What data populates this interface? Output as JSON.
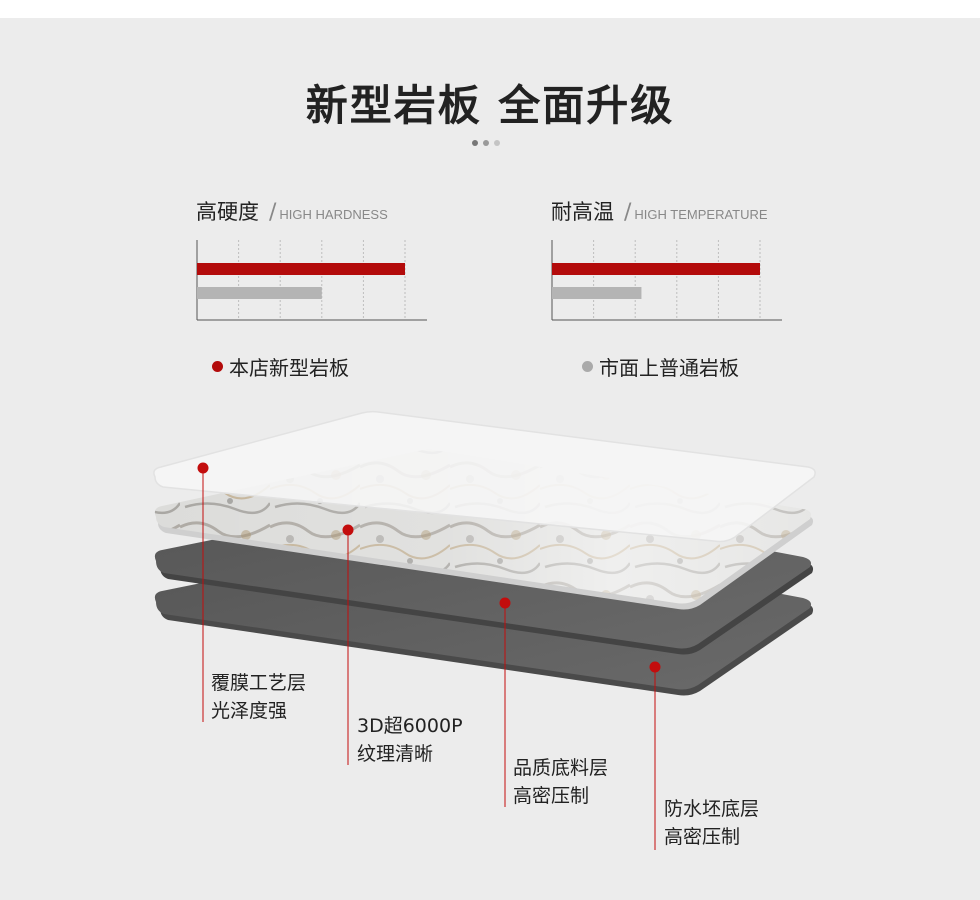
{
  "headline": "新型岩板  全面升级",
  "dots": [
    "#777777",
    "#9a9a9a",
    "#c4c4c4"
  ],
  "metrics": [
    {
      "title_cn": "高硬度",
      "separator": "/",
      "title_en": "HIGH HARDNESS",
      "new_level": 1.0,
      "common_level": 0.6
    },
    {
      "title_cn": "耐高温",
      "separator": "/",
      "title_en": "HIGH TEMPERATURE",
      "new_level": 1.0,
      "common_level": 0.43
    }
  ],
  "legend": [
    {
      "label": "本店新型岩板",
      "color": "#b30b0b"
    },
    {
      "label": "市面上普通岩板",
      "color": "#aaaaaa"
    }
  ],
  "colors": {
    "accent_red": "#b30b0b",
    "common_gray": "#b4b4b4",
    "panel_bg": "#ececec",
    "board_dark": "#5e5e5e"
  },
  "layers": [
    {
      "line1": "覆膜工艺层",
      "line2": "光泽度强"
    },
    {
      "line1": "3D超6000P",
      "line2": "纹理清晰"
    },
    {
      "line1": "品质底料层",
      "line2": "高密压制"
    },
    {
      "line1": "防水坯底层",
      "line2": "高密压制"
    }
  ]
}
